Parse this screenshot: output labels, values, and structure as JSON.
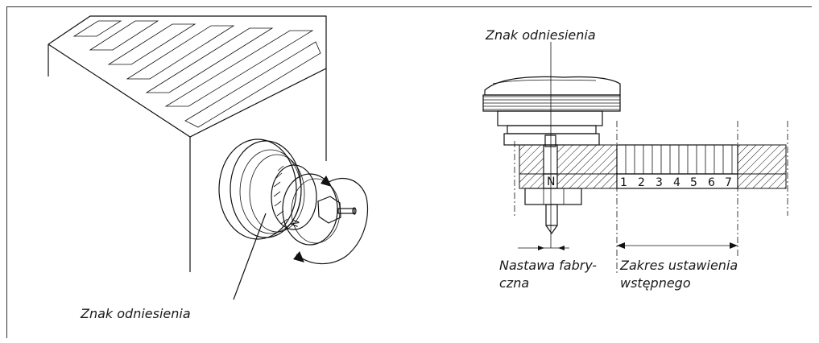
{
  "left_label": "Znak odniesienia",
  "right_top_label": "Znak odniesienia",
  "factory_label_line1": "Nastawa fabry-",
  "factory_label_line2": "czna",
  "range_label_line1": "Zakres ustawienia",
  "range_label_line2": "wstępnego",
  "valve_marker_letter": "N",
  "ring_marker_letter": "N",
  "scale_numbers": [
    "1",
    "2",
    "3",
    "4",
    "5",
    "6",
    "7"
  ]
}
